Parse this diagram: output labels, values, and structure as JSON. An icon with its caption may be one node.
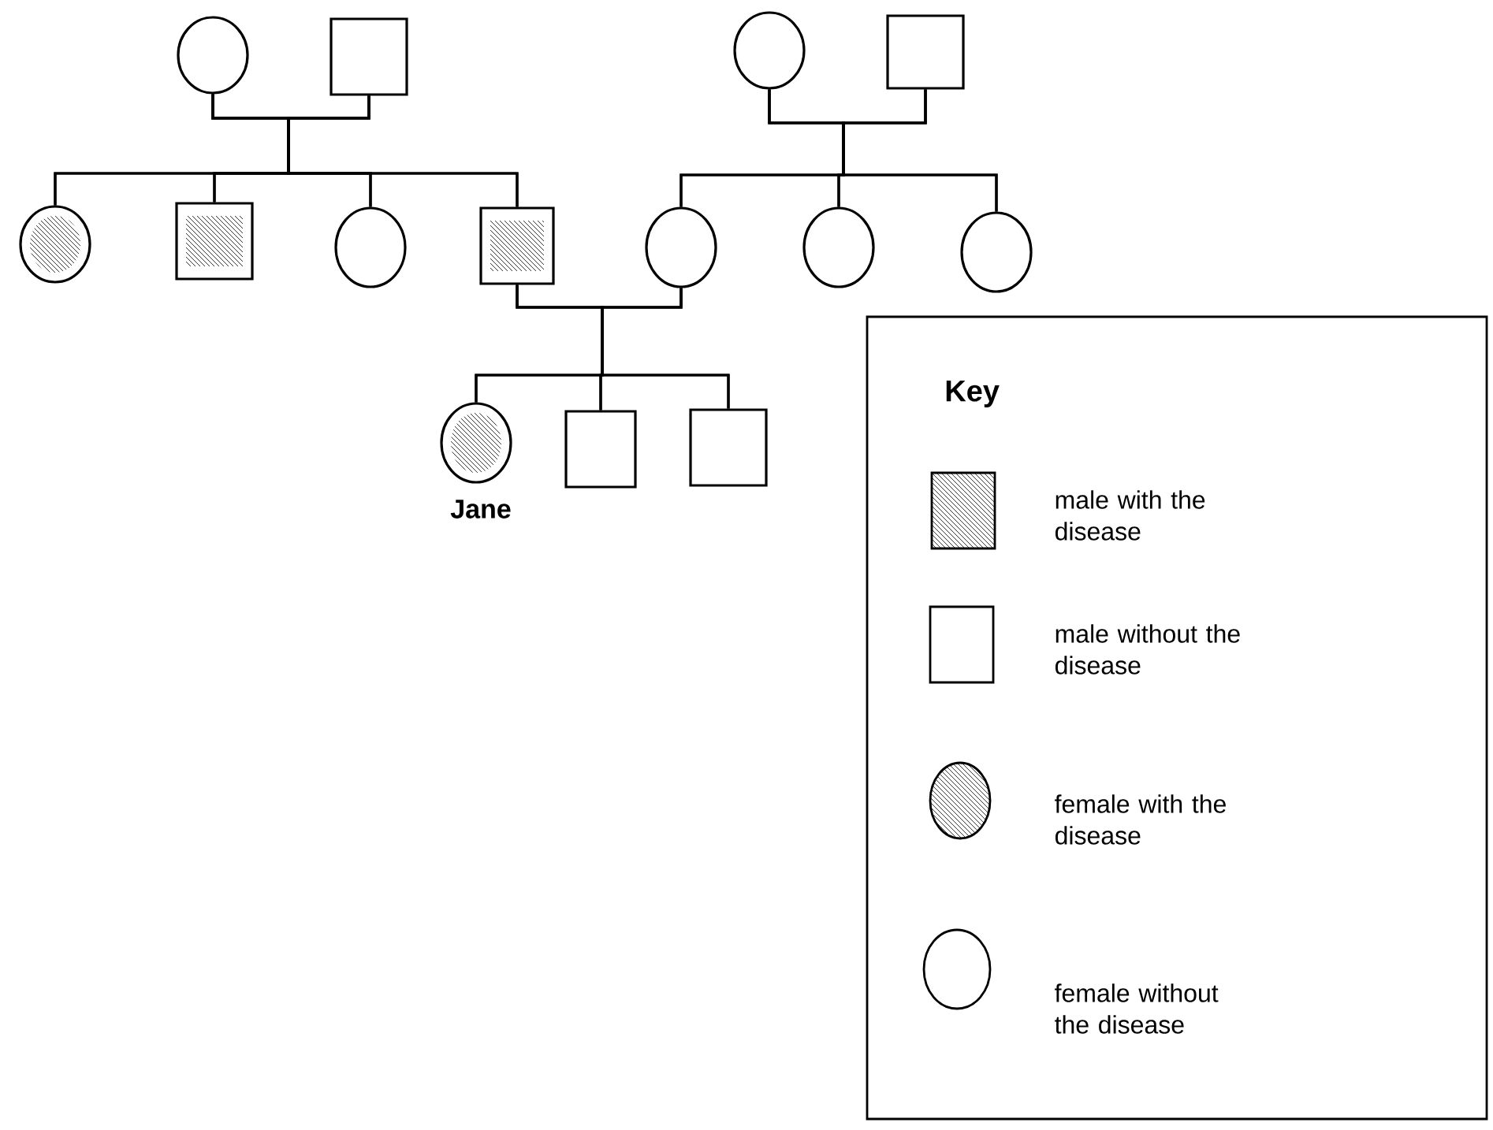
{
  "diagram": {
    "nodes": [
      {
        "text": [],
        "shape": "circle"
      },
      {
        "text": [],
        "shape": "box"
      },
      {
        "text": [],
        "shape": "circle"
      },
      {
        "text": [],
        "shape": "box"
      },
      {
        "text": [],
        "shape": "hatched-circle"
      },
      {
        "text": [],
        "shape": "hatched-box"
      },
      {
        "text": [],
        "shape": "circle"
      },
      {
        "text": [],
        "shape": "hatched-box"
      },
      {
        "text": [],
        "shape": "circle"
      },
      {
        "text": [],
        "shape": "circle"
      },
      {
        "text": [],
        "shape": "circle"
      },
      {
        "text": [],
        "shape": "hatched-circle",
        "beside": [
          "Jane"
        ]
      },
      {
        "text": [],
        "shape": "box"
      },
      {
        "text": [],
        "shape": "box"
      }
    ],
    "edges": [
      {
        "from": 0,
        "to": 4,
        "arrow": "none"
      },
      {
        "from": 0,
        "to": 5,
        "arrow": "none"
      },
      {
        "from": 0,
        "to": 6,
        "arrow": "none"
      },
      {
        "from": 0,
        "to": 7,
        "arrow": "none"
      },
      {
        "from": 1,
        "to": 4,
        "arrow": "none"
      },
      {
        "from": 1,
        "to": 5,
        "arrow": "none"
      },
      {
        "from": 1,
        "to": 6,
        "arrow": "none"
      },
      {
        "from": 1,
        "to": 7,
        "arrow": "none"
      },
      {
        "from": 2,
        "to": 8,
        "arrow": "none"
      },
      {
        "from": 2,
        "to": 9,
        "arrow": "none"
      },
      {
        "from": 2,
        "to": 10,
        "arrow": "none"
      },
      {
        "from": 3,
        "to": 8,
        "arrow": "none"
      },
      {
        "from": 3,
        "to": 9,
        "arrow": "none"
      },
      {
        "from": 3,
        "to": 10,
        "arrow": "none"
      },
      {
        "from": 7,
        "to": 11,
        "arrow": "none"
      },
      {
        "from": 7,
        "to": 12,
        "arrow": "none"
      },
      {
        "from": 7,
        "to": 13,
        "arrow": "none"
      },
      {
        "from": 8,
        "to": 11,
        "arrow": "none"
      },
      {
        "from": 8,
        "to": 12,
        "arrow": "none"
      },
      {
        "from": 8,
        "to": 13,
        "arrow": "none"
      }
    ],
    "labels": [
      "Key"
    ],
    "legend": [
      {
        "text": "male with the disease"
      },
      {
        "text": "male without the disease"
      },
      {
        "text": "female with the disease"
      },
      {
        "text": "female without the disease"
      }
    ]
  }
}
